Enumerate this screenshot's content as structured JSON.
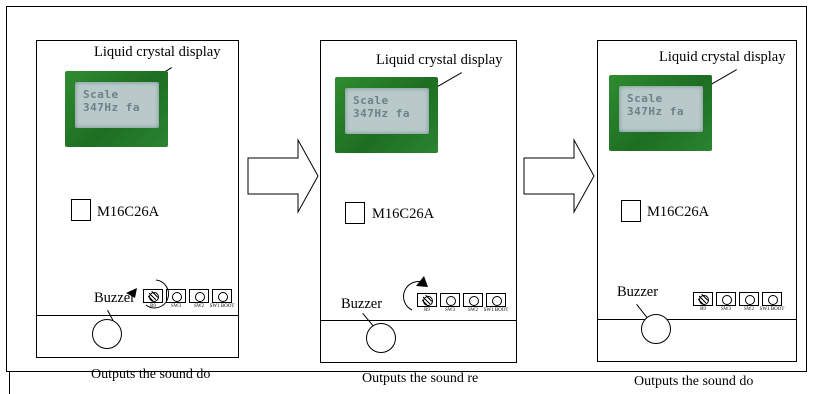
{
  "panels": [
    {
      "lcd_label": "Liquid crystal display",
      "lcd_text_line1": "Scale",
      "lcd_text_line2": "347Hz fa",
      "chip_label": "M16C26A",
      "buzzer_label": "Buzzer",
      "switch_labels": [
        "R9",
        "SW3",
        "SW2",
        "SW1 BOOT"
      ],
      "caption": "Outputs the sound do"
    },
    {
      "lcd_label": "Liquid crystal display",
      "lcd_text_line1": "Scale",
      "lcd_text_line2": "347Hz fa",
      "chip_label": "M16C26A",
      "buzzer_label": "Buzzer",
      "switch_labels": [
        "R9",
        "SW3",
        "SW2",
        "SW1 BOOT"
      ],
      "caption": "Outputs the sound re"
    },
    {
      "lcd_label": "Liquid crystal display",
      "lcd_text_line1": "Scale",
      "lcd_text_line2": "347Hz fa",
      "chip_label": "M16C26A",
      "buzzer_label": "Buzzer",
      "switch_labels": [
        "R9",
        "SW3",
        "SW2",
        "SW1 BOOT"
      ],
      "caption": "Outputs the sound do"
    }
  ],
  "colors": {
    "pcb_green": "#1d6e22",
    "lcd_screen": "#b9c9c9",
    "lcd_text": "#6c8288"
  }
}
